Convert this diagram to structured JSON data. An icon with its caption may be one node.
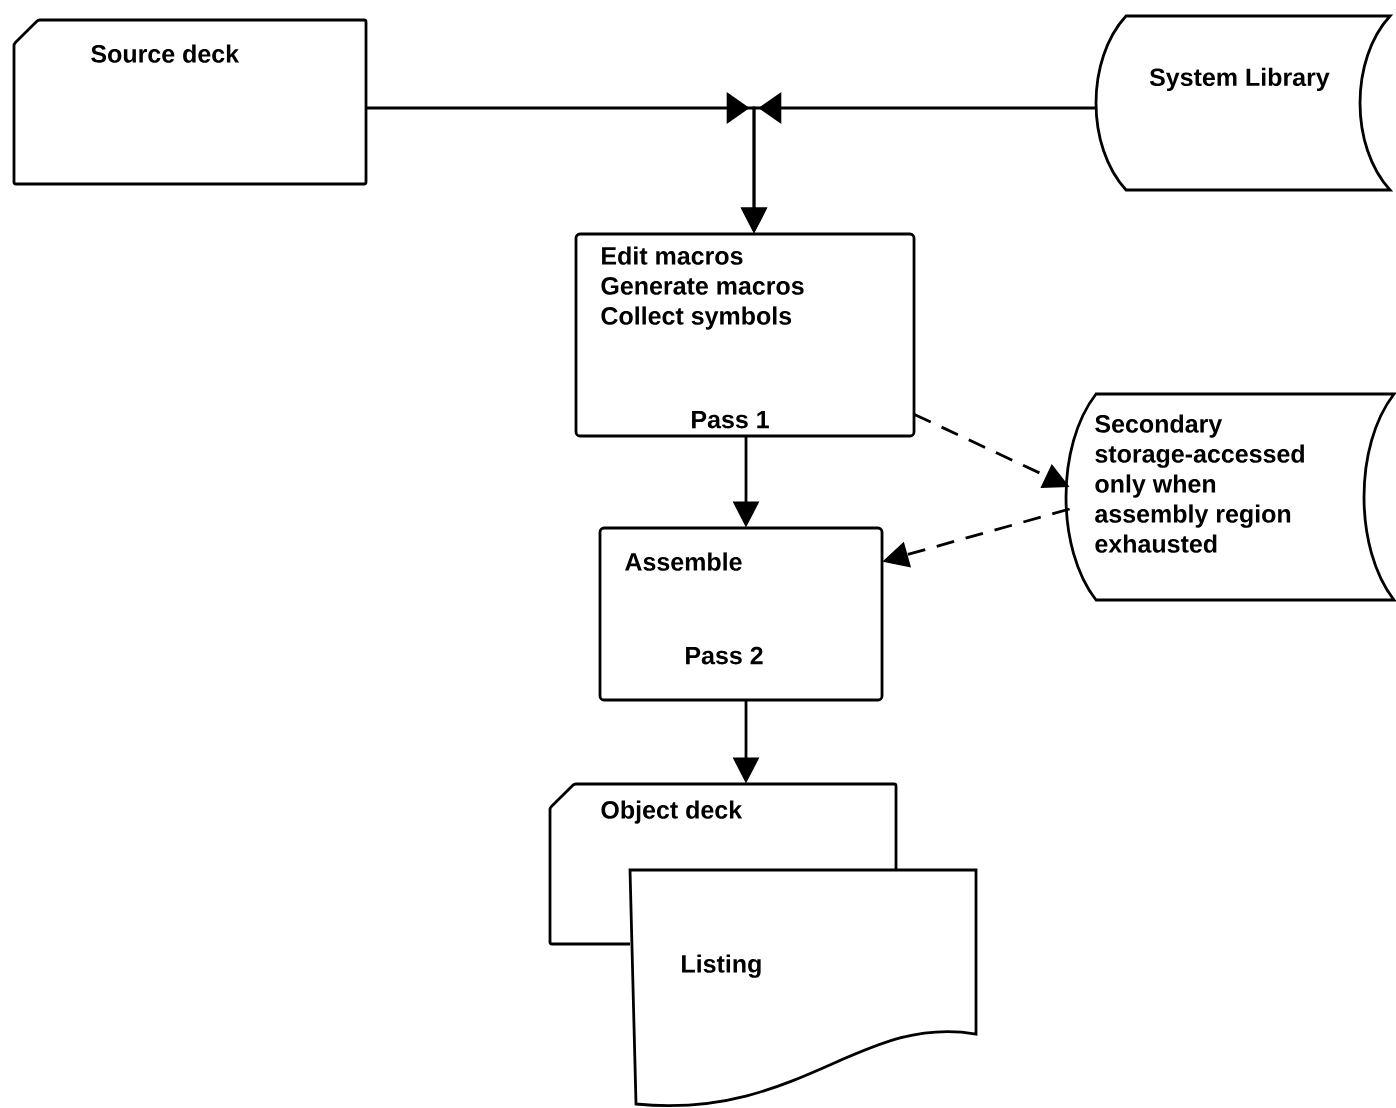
{
  "diagram": {
    "nodes": [
      {
        "text": [
          "Source deck"
        ]
      },
      {
        "text": [
          "System Library"
        ]
      },
      {
        "text": [
          "Edit macros",
          "Generate macros",
          "Collect symbols",
          "Pass 1"
        ]
      },
      {
        "text": [
          "Assemble",
          "Pass 2"
        ]
      },
      {
        "text": [
          "Secondary storage-accessed only when assembly region exhausted"
        ]
      },
      {
        "text": [
          "Object deck"
        ]
      },
      {
        "text": [
          "Listing"
        ]
      }
    ],
    "edges": [
      {
        "from": 0,
        "to": 2,
        "arrow": "to"
      },
      {
        "from": 1,
        "to": 2,
        "arrow": "to"
      },
      {
        "from": 2,
        "to": 3,
        "arrow": "to"
      },
      {
        "from": 2,
        "to": 4,
        "arrow": "to",
        "style": "dashed"
      },
      {
        "from": 4,
        "to": 3,
        "arrow": "to",
        "style": "dashed"
      },
      {
        "from": 3,
        "to": 5,
        "arrow": "to"
      }
    ]
  }
}
